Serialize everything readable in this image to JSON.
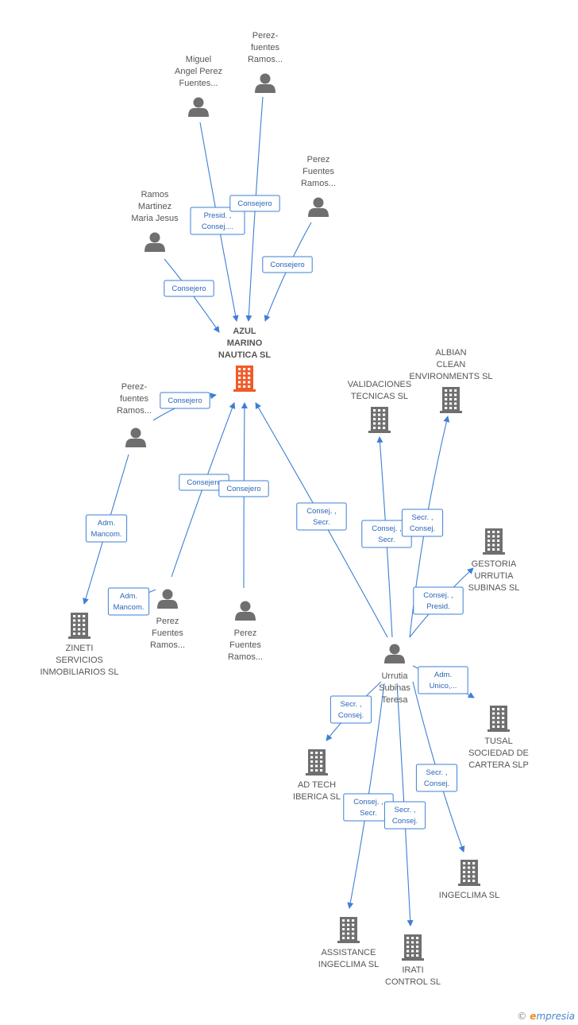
{
  "colors": {
    "edge": "#3d7fd6",
    "edge_text": "#2a66b8",
    "person": "#6f6f6f",
    "company": "#6f6f6f",
    "focus": "#f05a28"
  },
  "nodes": [
    {
      "id": "azul",
      "type": "company",
      "focus": true,
      "lines": [
        "AZUL",
        "MARINO",
        "NAUTICA SL"
      ]
    },
    {
      "id": "miguel",
      "type": "person",
      "lines": [
        "Miguel",
        "Angel Perez",
        "Fuentes..."
      ]
    },
    {
      "id": "pf_top",
      "type": "person",
      "lines": [
        "Perez-",
        "fuentes",
        "Ramos..."
      ]
    },
    {
      "id": "pf_right",
      "type": "person",
      "lines": [
        "Perez",
        "Fuentes",
        "Ramos..."
      ]
    },
    {
      "id": "ramos",
      "type": "person",
      "lines": [
        "Ramos",
        "Martinez",
        "Maria Jesus"
      ]
    },
    {
      "id": "pf_left",
      "type": "person",
      "lines": [
        "Perez-",
        "fuentes",
        "Ramos..."
      ]
    },
    {
      "id": "zineti",
      "type": "company",
      "lines": [
        "ZINETI",
        "SERVICIOS",
        "INMOBILIARIOS SL"
      ]
    },
    {
      "id": "pf_b1",
      "type": "person",
      "lines": [
        "Perez",
        "Fuentes",
        "Ramos..."
      ]
    },
    {
      "id": "pf_b2",
      "type": "person",
      "lines": [
        "Perez",
        "Fuentes",
        "Ramos..."
      ]
    },
    {
      "id": "urrutia",
      "type": "person",
      "lines": [
        "Urrutia",
        "Subinas",
        "Teresa"
      ]
    },
    {
      "id": "validaciones",
      "type": "company",
      "lines": [
        "VALIDACIONES",
        "TECNICAS SL"
      ]
    },
    {
      "id": "albian",
      "type": "company",
      "lines": [
        "ALBIAN",
        "CLEAN",
        "ENVIRONMENTS SL"
      ]
    },
    {
      "id": "gestoria",
      "type": "company",
      "lines": [
        "GESTORIA",
        "URRUTIA",
        "SUBINAS SL"
      ]
    },
    {
      "id": "tusal",
      "type": "company",
      "lines": [
        "TUSAL",
        "SOCIEDAD DE",
        "CARTERA SLP"
      ]
    },
    {
      "id": "adtech",
      "type": "company",
      "lines": [
        "AD TECH",
        "IBERICA SL"
      ]
    },
    {
      "id": "ingeclima",
      "type": "company",
      "lines": [
        "INGECLIMA SL"
      ]
    },
    {
      "id": "assistance",
      "type": "company",
      "lines": [
        "ASSISTANCE",
        "INGECLIMA SL"
      ]
    },
    {
      "id": "irati",
      "type": "company",
      "lines": [
        "IRATI",
        "CONTROL SL"
      ]
    }
  ],
  "edges": [
    {
      "from": "miguel",
      "to": "azul",
      "lines": [
        "Presid. ,",
        "Consej...."
      ]
    },
    {
      "from": "pf_top",
      "to": "azul",
      "lines": [
        "Consejero"
      ]
    },
    {
      "from": "pf_right",
      "to": "azul",
      "lines": [
        "Consejero"
      ]
    },
    {
      "from": "ramos",
      "to": "azul",
      "lines": [
        "Consejero"
      ]
    },
    {
      "from": "pf_left",
      "to": "azul",
      "lines": [
        "Consejero"
      ]
    },
    {
      "from": "pf_left",
      "to": "zineti",
      "lines": [
        "Adm.",
        "Mancom."
      ]
    },
    {
      "from": "pf_b1",
      "to": "azul",
      "lines": [
        "Consejero"
      ]
    },
    {
      "from": "pf_b1",
      "to": "zineti",
      "lines": [
        "Adm.",
        "Mancom."
      ]
    },
    {
      "from": "pf_b2",
      "to": "azul",
      "lines": [
        "Consejero"
      ]
    },
    {
      "from": "urrutia",
      "to": "azul",
      "lines": [
        "Consej. ,",
        "Secr."
      ]
    },
    {
      "from": "urrutia",
      "to": "validaciones",
      "lines": [
        "Consej. ,",
        "Secr."
      ]
    },
    {
      "from": "urrutia",
      "to": "albian",
      "lines": [
        "Secr. ,",
        "Consej."
      ]
    },
    {
      "from": "urrutia",
      "to": "gestoria",
      "lines": [
        "Consej. ,",
        "Presid."
      ]
    },
    {
      "from": "urrutia",
      "to": "tusal",
      "lines": [
        "Adm.",
        "Unico,..."
      ]
    },
    {
      "from": "urrutia",
      "to": "adtech",
      "lines": [
        "Secr. ,",
        "Consej."
      ]
    },
    {
      "from": "urrutia",
      "to": "ingeclima",
      "lines": [
        "Secr. ,",
        "Consej."
      ]
    },
    {
      "from": "urrutia",
      "to": "assistance",
      "lines": [
        "Consej. ,",
        "Secr."
      ]
    },
    {
      "from": "urrutia",
      "to": "irati",
      "lines": [
        "Secr. ,",
        "Consej."
      ]
    }
  ],
  "brand": {
    "symbol": "©",
    "first_letter": "e",
    "rest": "mpresia"
  }
}
